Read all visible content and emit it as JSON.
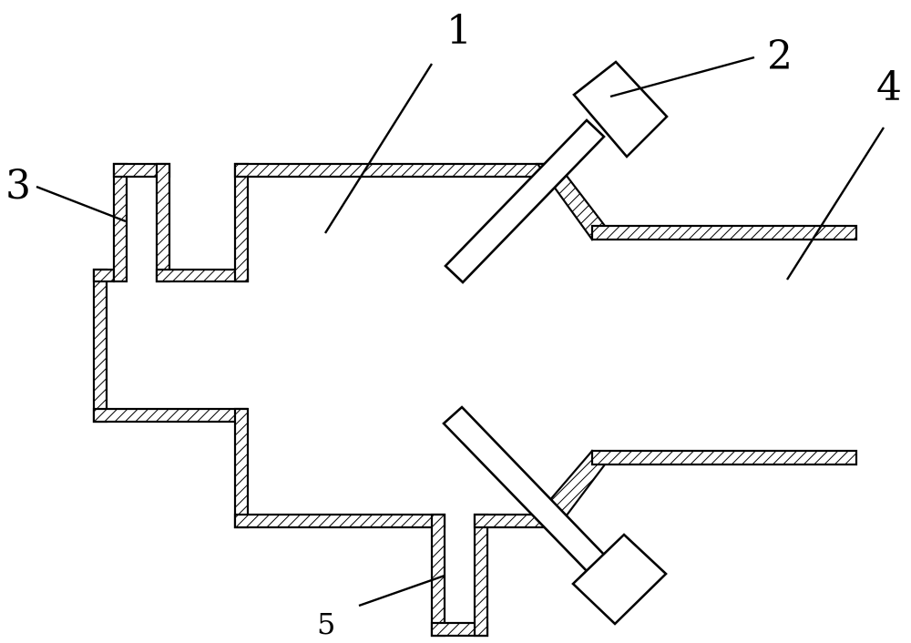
{
  "labels": {
    "part1": "1",
    "part2": "2",
    "part3": "3",
    "part4": "4",
    "part5": "5"
  },
  "colors": {
    "line": "#000000",
    "background": "#ffffff"
  }
}
